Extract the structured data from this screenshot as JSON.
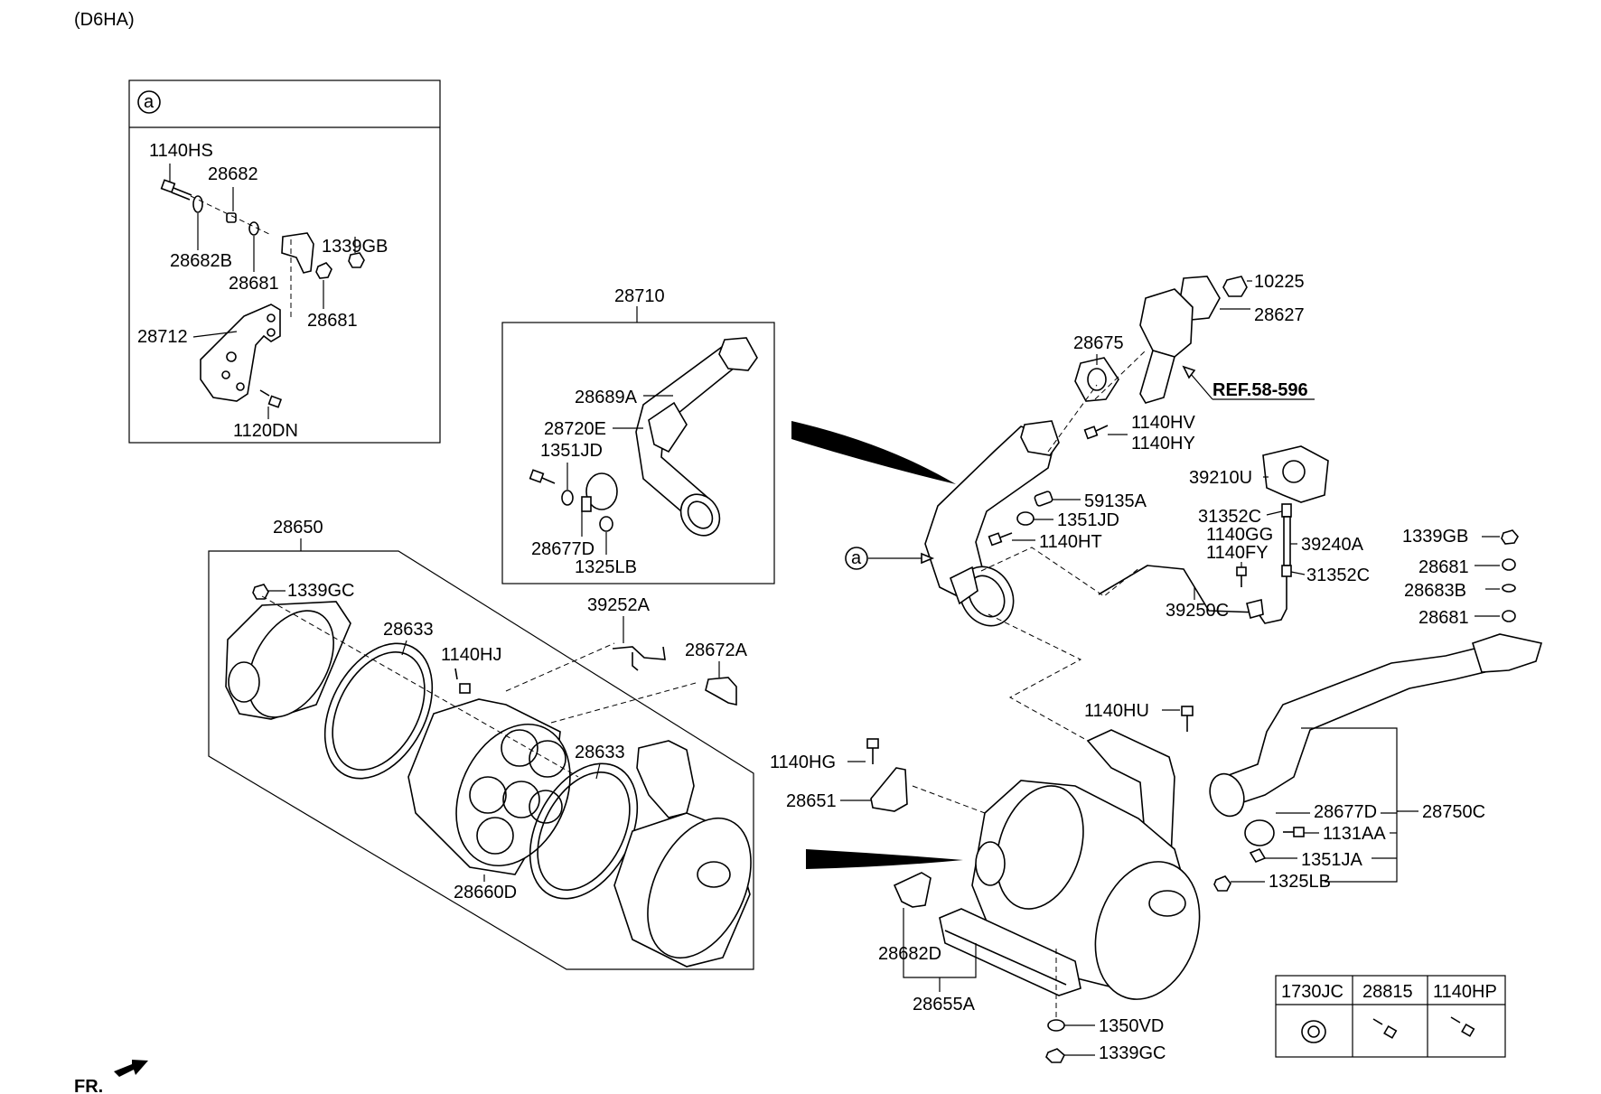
{
  "header": {
    "variant": "(D6HA)"
  },
  "detail_a": {
    "marker": "a"
  },
  "labels": {
    "1140HS": "1140HS",
    "28682": "28682",
    "28682B": "28682B",
    "1339GB_a": "1339GB",
    "28681_a1": "28681",
    "28681_a2": "28681",
    "28712": "28712",
    "1120DN": "1120DN",
    "28710": "28710",
    "28689A": "28689A",
    "28720E": "28720E",
    "1351JD_a": "1351JD",
    "28677D_a": "28677D",
    "1325LB_a": "1325LB",
    "28650": "28650",
    "1339GC_a": "1339GC",
    "28633_a": "28633",
    "1140HJ": "1140HJ",
    "39252A": "39252A",
    "28672A": "28672A",
    "28633_b": "28633",
    "28660D": "28660D",
    "10225": "10225",
    "28627": "28627",
    "28675": "28675",
    "ref": "REF.58-596",
    "1140HV": "1140HV",
    "1140HY": "1140HY",
    "59135A": "59135A",
    "1351JD_b": "1351JD",
    "1140HT": "1140HT",
    "39210U": "39210U",
    "31352C_a": "31352C",
    "1140GG": "1140GG",
    "39240A": "39240A",
    "1140FY": "1140FY",
    "31352C_b": "31352C",
    "39250C": "39250C",
    "1339GB_b": "1339GB",
    "28681_b": "28681",
    "28683B": "28683B",
    "28681_c": "28681",
    "1140HU": "1140HU",
    "1140HG": "1140HG",
    "28651": "28651",
    "28677D_b": "28677D",
    "28750C": "28750C",
    "1131AA": "1131AA",
    "1351JA": "1351JA",
    "1325LB_b": "1325LB",
    "28682D": "28682D",
    "28655A": "28655A",
    "1350VD": "1350VD",
    "1339GC_b": "1339GC",
    "callout_a": "a"
  },
  "legend_table": {
    "headers": [
      "1730JC",
      "28815",
      "1140HP"
    ]
  },
  "footer": {
    "front_indicator": "FR."
  }
}
